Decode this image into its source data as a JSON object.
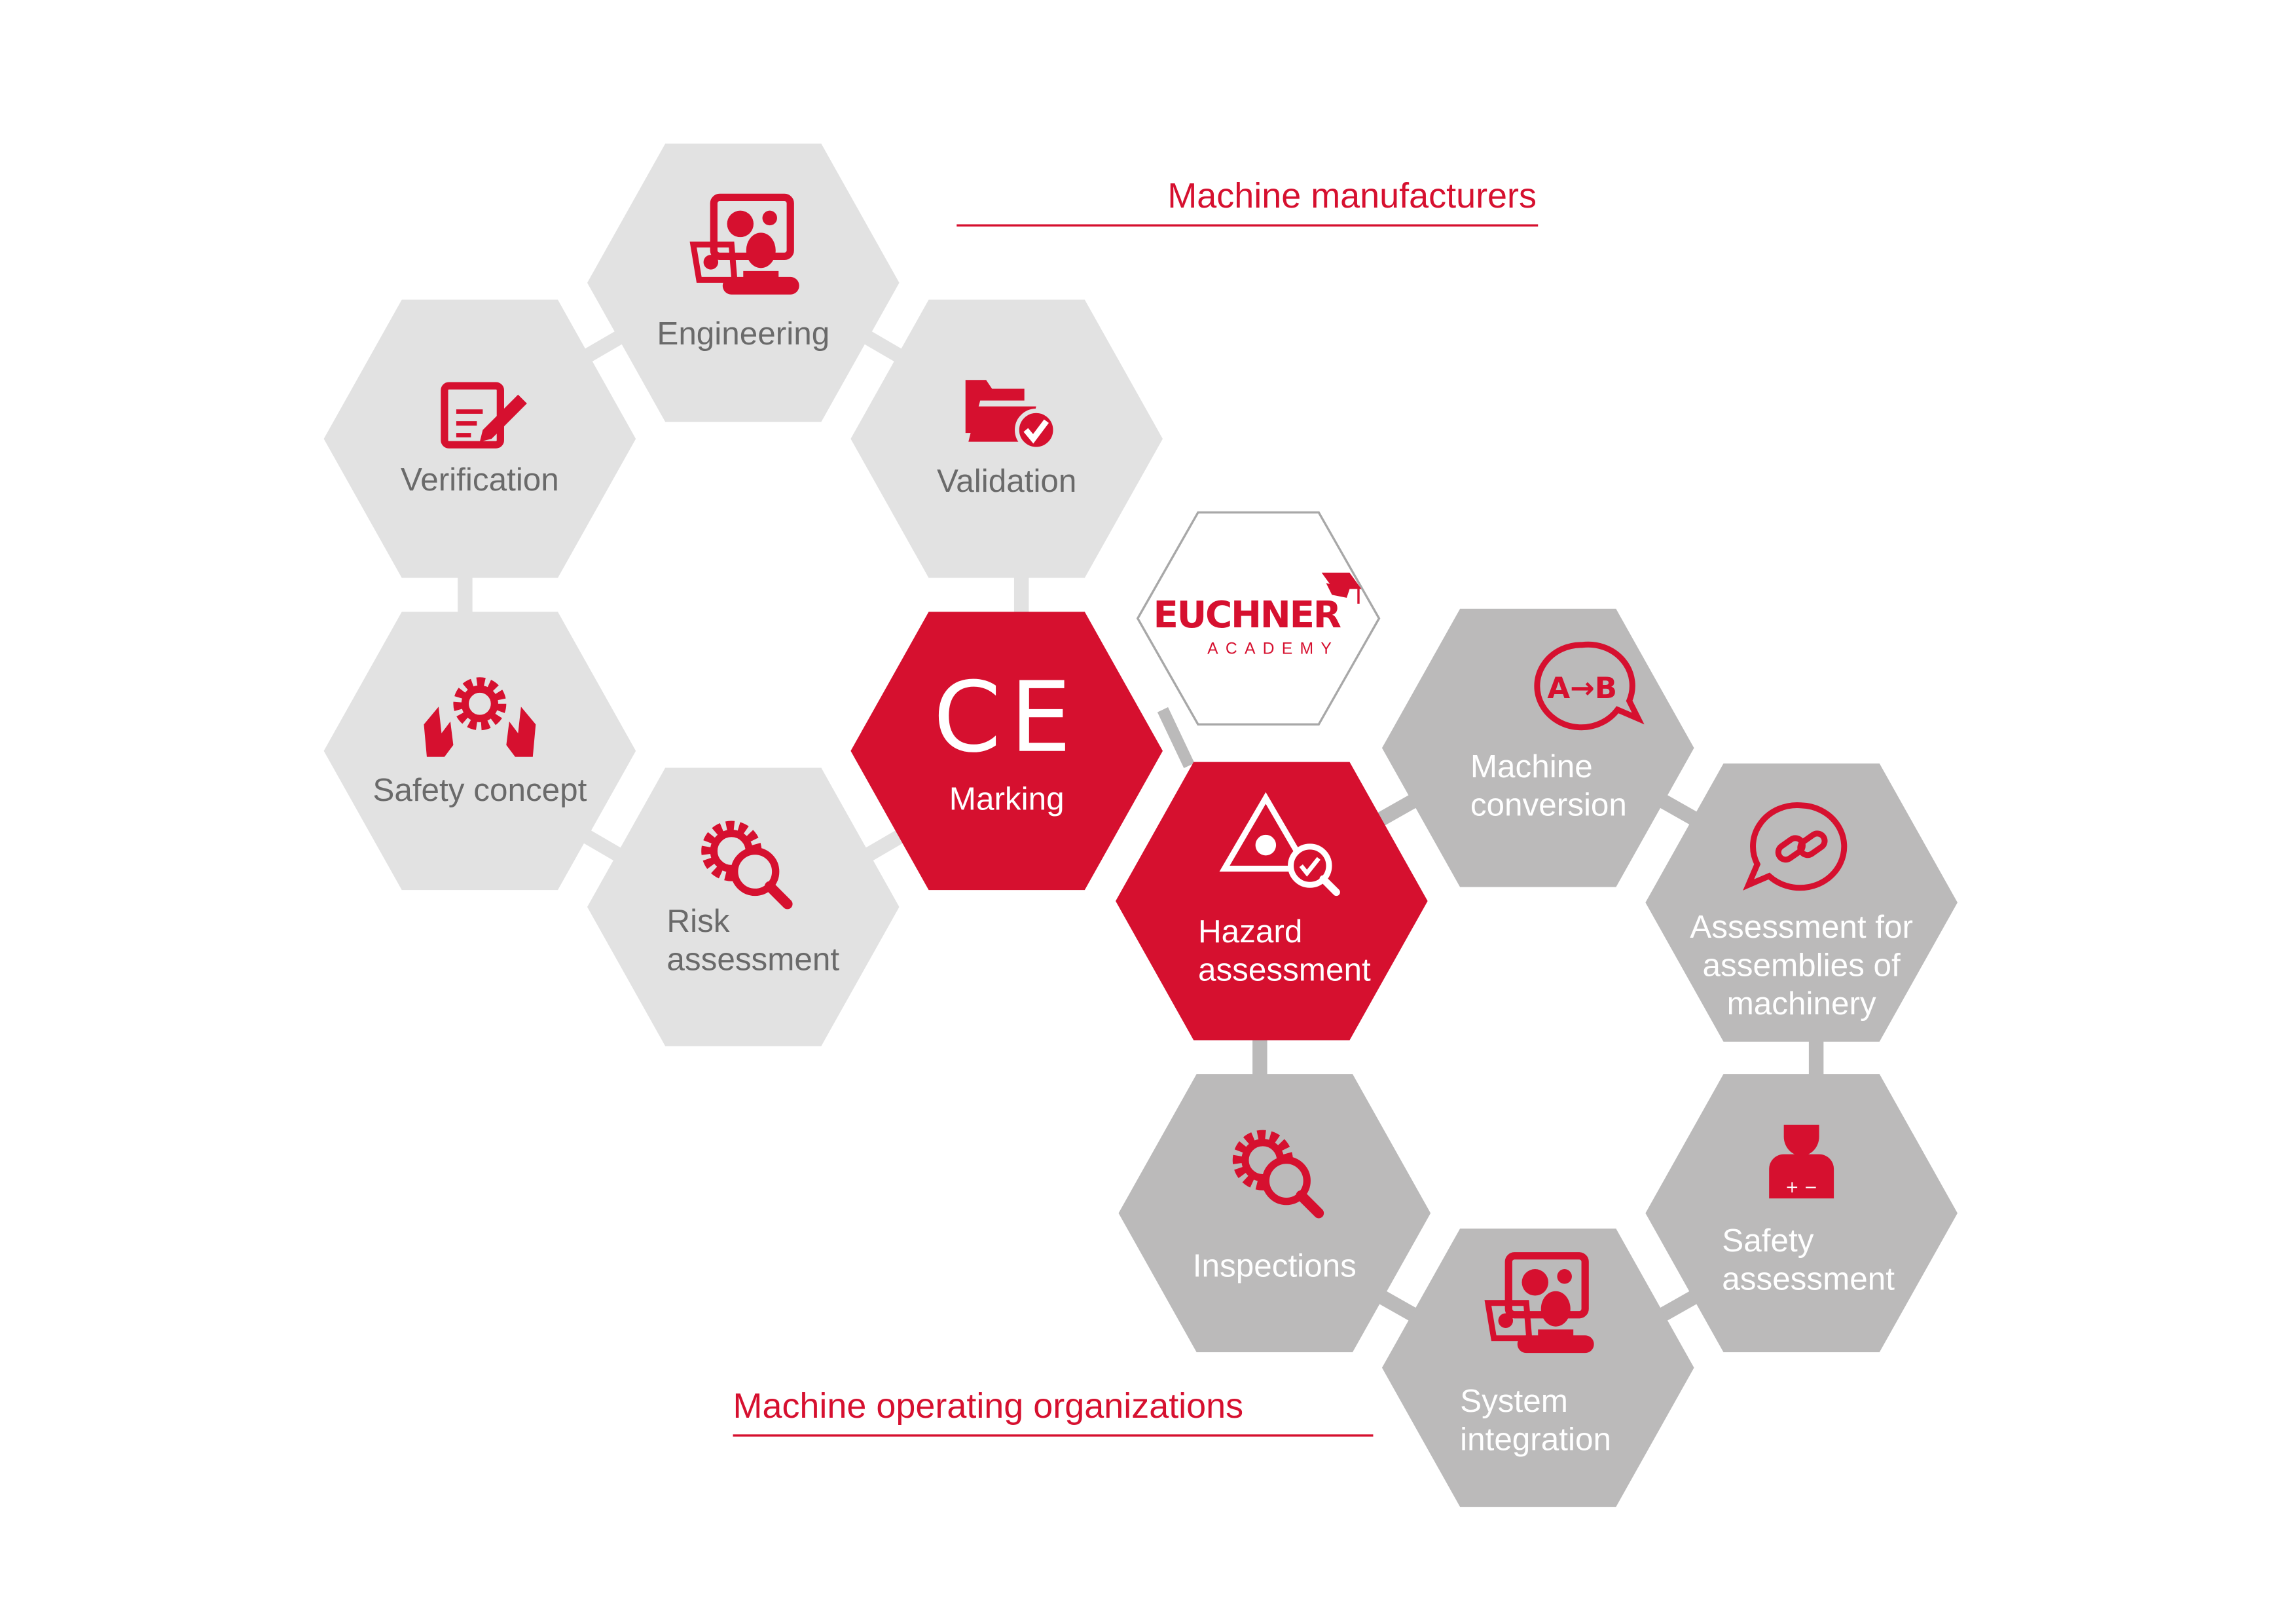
{
  "sections": {
    "manufacturers": "Machine manufacturers",
    "operators": "Machine operating organizations"
  },
  "logo": {
    "brand": "EUCHNER",
    "sub": "ACADEMY"
  },
  "ce_mark": "CE",
  "tiles": {
    "engineering": [
      "Engineering"
    ],
    "verification": [
      "Verification"
    ],
    "validation": [
      "Validation"
    ],
    "safety_concept": [
      "Safety concept"
    ],
    "risk_assessment": [
      "Risk",
      "assessment"
    ],
    "marking": [
      "Marking"
    ],
    "hazard_assessment": [
      "Hazard",
      "assessment"
    ],
    "machine_conversion": [
      "Machine",
      "conversion"
    ],
    "assemblies": [
      "Assessment for",
      "assemblies of",
      "machinery"
    ],
    "safety_assessment": [
      "Safety",
      "assessment"
    ],
    "system_integration": [
      "System",
      "integration"
    ],
    "inspections": [
      "Inspections"
    ]
  },
  "icon_text": {
    "a_to_b": "A→B",
    "plus_minus": "+ −"
  },
  "colors": {
    "red": "#d6102f",
    "light_tile": "#e2e2e2",
    "dark_tile": "#bbbaba",
    "text_gray": "#6a6a6a"
  }
}
